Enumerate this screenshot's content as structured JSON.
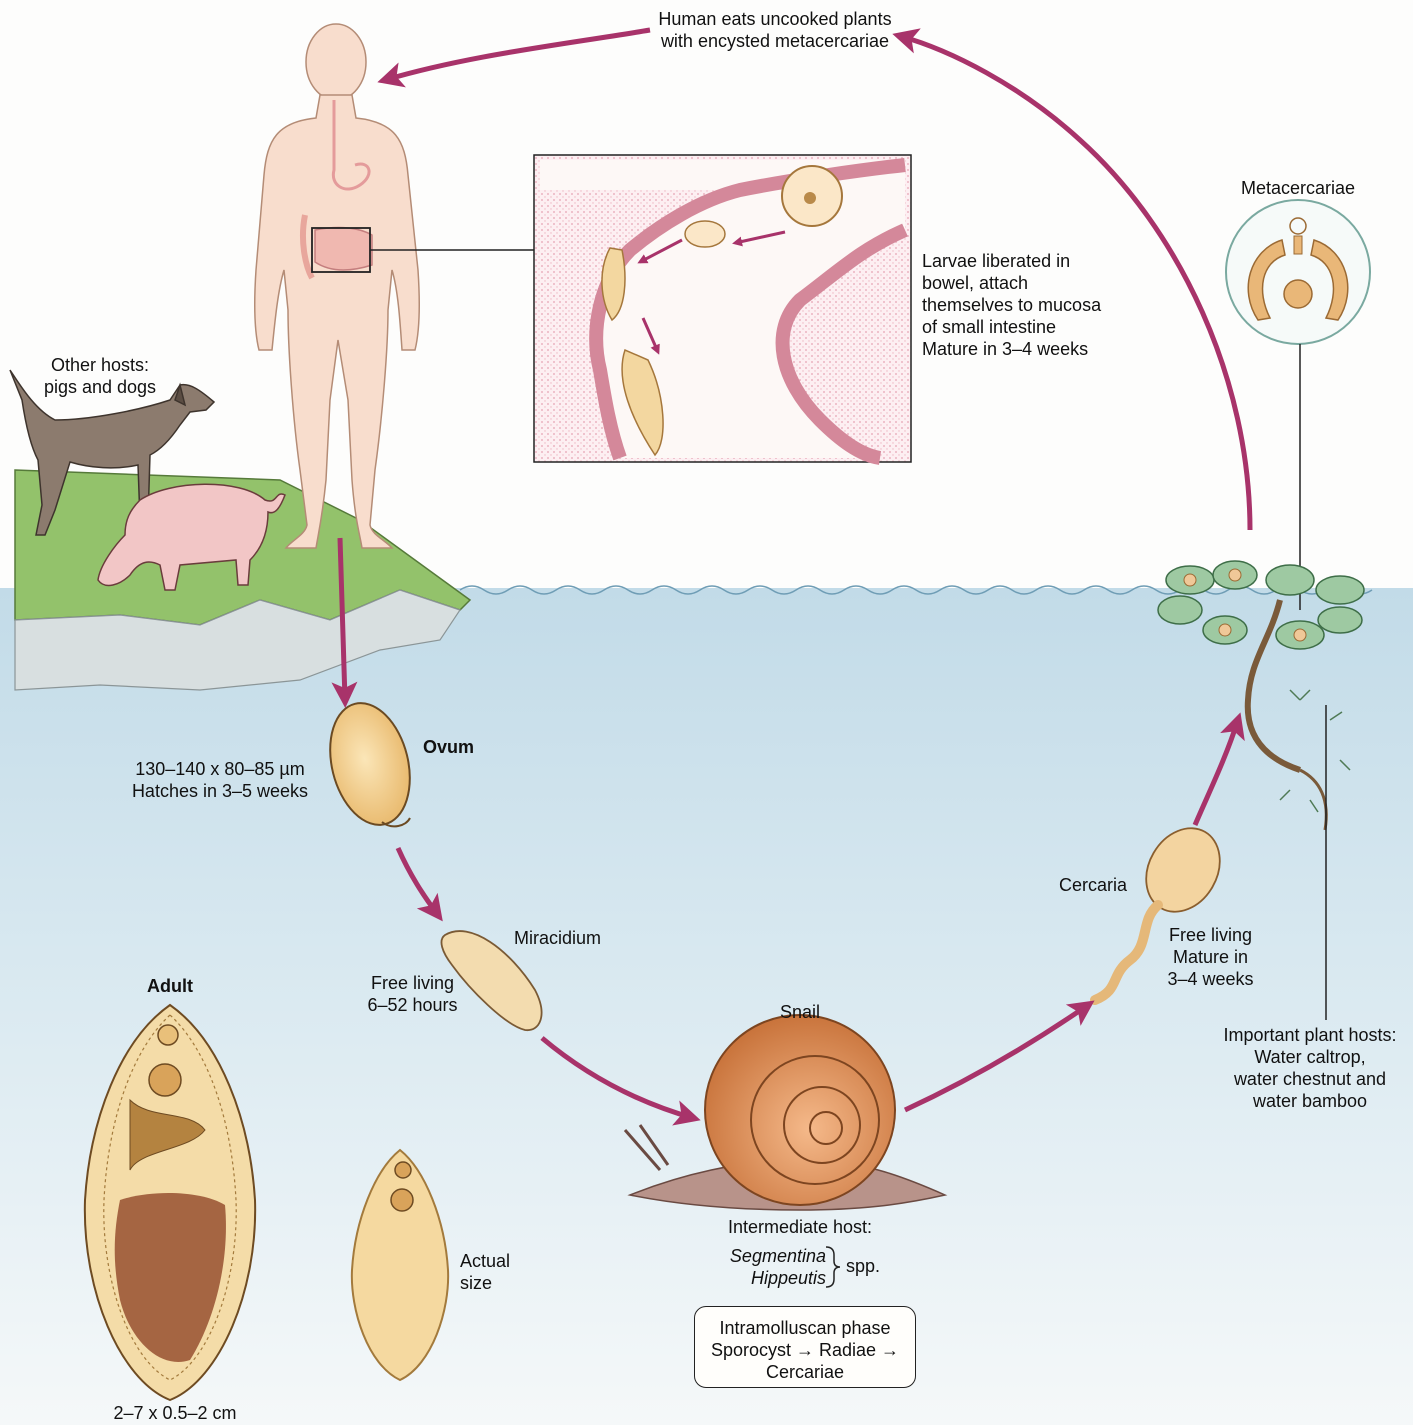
{
  "labels": {
    "human_eats": [
      "Human eats uncooked plants",
      "with encysted metacercariae"
    ],
    "larvae": [
      "Larvae liberated in",
      "bowel, attach",
      "themselves to mucosa",
      "of small intestine",
      "Mature in 3–4 weeks"
    ],
    "metacercariae": "Metacercariae",
    "other_hosts": [
      "Other hosts:",
      "pigs and dogs"
    ],
    "ovum": "Ovum",
    "ovum_size": [
      "130–140 x 80–85 µm",
      "Hatches in 3–5 weeks"
    ],
    "miracidium": "Miracidium",
    "miracidium_free": [
      "Free living",
      "6–52 hours"
    ],
    "snail": "Snail",
    "cercaria": "Cercaria",
    "cercaria_free": [
      "Free living",
      "Mature in",
      "3–4 weeks"
    ],
    "plant_hosts": [
      "Important plant hosts:",
      "Water caltrop,",
      "water chestnut and",
      "water bamboo"
    ],
    "adult": "Adult",
    "adult_size": "2–7 x 0.5–2 cm",
    "actual_size": [
      "Actual",
      "size"
    ],
    "intermediate_host": "Intermediate host:",
    "genus_1": "Segmentina",
    "genus_2": "Hippeutis",
    "spp": "spp.",
    "intramolluscan": [
      "Intramolluscan phase",
      "Sporocyst → Radiae →",
      "Cercariae"
    ]
  },
  "colors": {
    "arrow": "#a8336a",
    "water": "#cfe2ec",
    "grass": "#8fbf6a",
    "skin": "#f7dccb",
    "flesh": "#eab489",
    "mucosa": "#e8a6b6"
  }
}
